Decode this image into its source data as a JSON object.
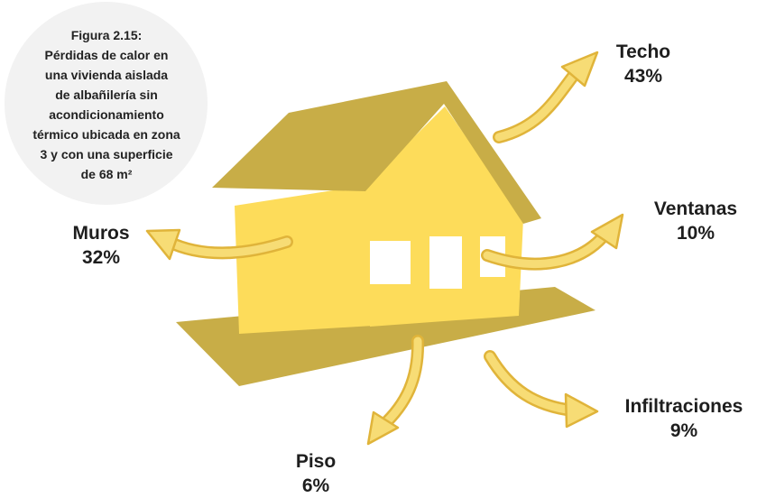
{
  "caption": {
    "lines": [
      "Figura 2.15:",
      "Pérdidas de calor en",
      "una vivienda aislada",
      "de albañilería sin",
      "acondicionamiento",
      "térmico ubicada en zona",
      "3 y con una superficie",
      "de 68 m²"
    ]
  },
  "losses": {
    "techo": {
      "name": "Techo",
      "value": "43%"
    },
    "ventanas": {
      "name": "Ventanas",
      "value": "10%"
    },
    "muros": {
      "name": "Muros",
      "value": "32%"
    },
    "piso": {
      "name": "Piso",
      "value": "6%"
    },
    "infiltraciones": {
      "name": "Infiltraciones",
      "value": "9%"
    }
  },
  "colors": {
    "wall": "#fddc5a",
    "roof": "#c8ad47",
    "ground": "#c8ad47",
    "window": "#ffffff",
    "arrow_fill": "#f7dc75",
    "arrow_outline": "#e0b43a",
    "caption_bg": "#f2f2f2"
  }
}
